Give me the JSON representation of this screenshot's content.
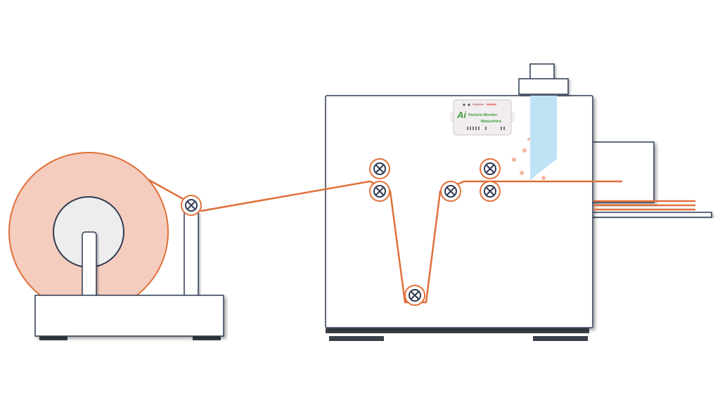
{
  "colors": {
    "web": "#E0703A",
    "roll_fill": "#F4CDBE",
    "roll_stroke": "#E0703A",
    "core_fill": "#EDEDED",
    "machine_fill": "#FFFFFF",
    "machine_stroke": "#2F3B52",
    "foot": "#3B414A",
    "roller_stroke": "#E0703A",
    "roller_mark": "#2F3B52",
    "spray": "#BEE3F5",
    "particle": "#F2B7A2",
    "sensor_fill": "#F2EDF1",
    "sensor_text": "#3E9E3A"
  },
  "sensor": {
    "brand_mark": "Ai",
    "product_name": "Particle Monitor",
    "maker": "Matsushima"
  }
}
